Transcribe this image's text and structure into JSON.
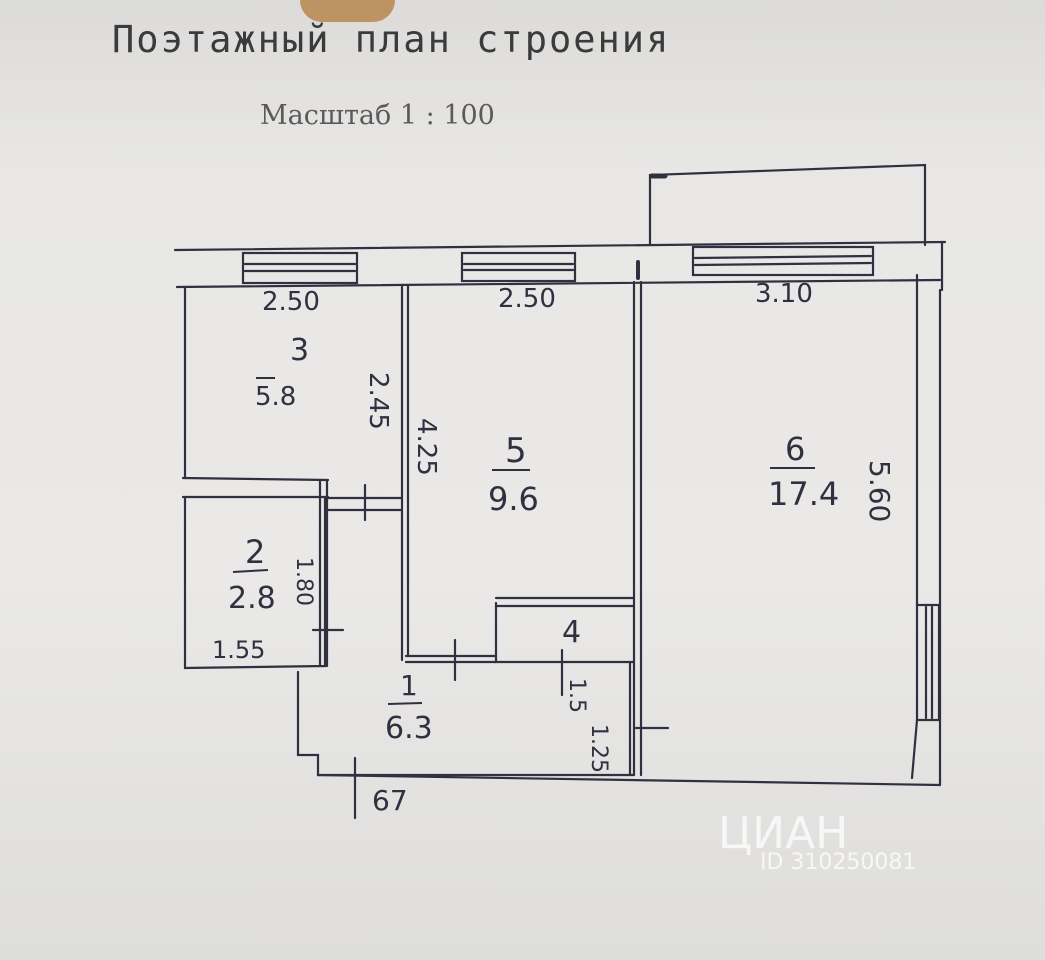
{
  "header": {
    "title": "Поэтажный план строения",
    "scale": "Масштаб  1 : 100"
  },
  "rooms": [
    {
      "number": "3",
      "area": "5.8"
    },
    {
      "number": "2",
      "area": "2.8"
    },
    {
      "number": "5",
      "area": "9.6"
    },
    {
      "number": "4",
      "area": ""
    },
    {
      "number": "1",
      "area": "6.3"
    },
    {
      "number": "6",
      "area": "17.4"
    }
  ],
  "dimensions": {
    "room3_width": "2.50",
    "room3_height": "2.45",
    "room5_width": "2.50",
    "room5_height": "4.25",
    "room6_width": "3.10",
    "room6_height": "5.60",
    "room2_width": "1.55",
    "room2_height": "1.80",
    "room4_width": "1.5",
    "hall_height": "1.25",
    "hall_width": "67"
  },
  "watermark": {
    "brand": "ЦИАН",
    "id": "ID 310250081"
  },
  "colors": {
    "paper": "#e8e7e5",
    "ink": "#2f3140",
    "print": "#3b3b3b"
  }
}
